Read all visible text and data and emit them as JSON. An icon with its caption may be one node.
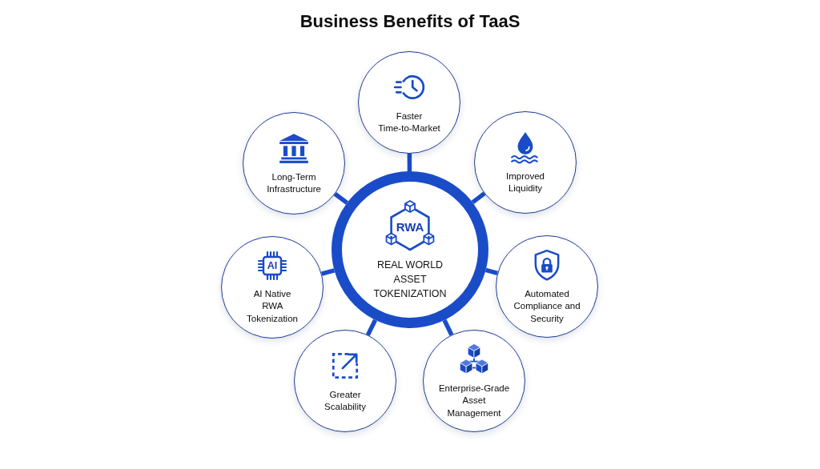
{
  "diagram": {
    "title": "Business Benefits of TaaS",
    "nodes": [
      {
        "text": [
          "REAL WORLD ASSET TOKENIZATION"
        ]
      },
      {
        "text": [
          "RWA"
        ],
        "in": 0
      },
      {
        "text": [
          "Faster Time-to-Market"
        ]
      },
      {
        "text": [
          "Long-Term Infrastructure"
        ]
      },
      {
        "text": [
          "Improved Liquidity"
        ]
      },
      {
        "text": [
          "AI Native RWA Tokenization"
        ]
      },
      {
        "text": [
          "AI"
        ],
        "in": 5
      },
      {
        "text": [
          "Automated Compliance and Security"
        ]
      },
      {
        "text": [
          "Greater Scalability"
        ]
      },
      {
        "text": [
          "Enterprise-Grade Asset Management"
        ]
      }
    ],
    "edges": [
      {
        "from": 0,
        "to": 2,
        "arrow": "none"
      },
      {
        "from": 0,
        "to": 3,
        "arrow": "none"
      },
      {
        "from": 0,
        "to": 4,
        "arrow": "none"
      },
      {
        "from": 0,
        "to": 5,
        "arrow": "none"
      },
      {
        "from": 0,
        "to": 7,
        "arrow": "none"
      },
      {
        "from": 0,
        "to": 8,
        "arrow": "none"
      },
      {
        "from": 0,
        "to": 9,
        "arrow": "none"
      }
    ]
  }
}
